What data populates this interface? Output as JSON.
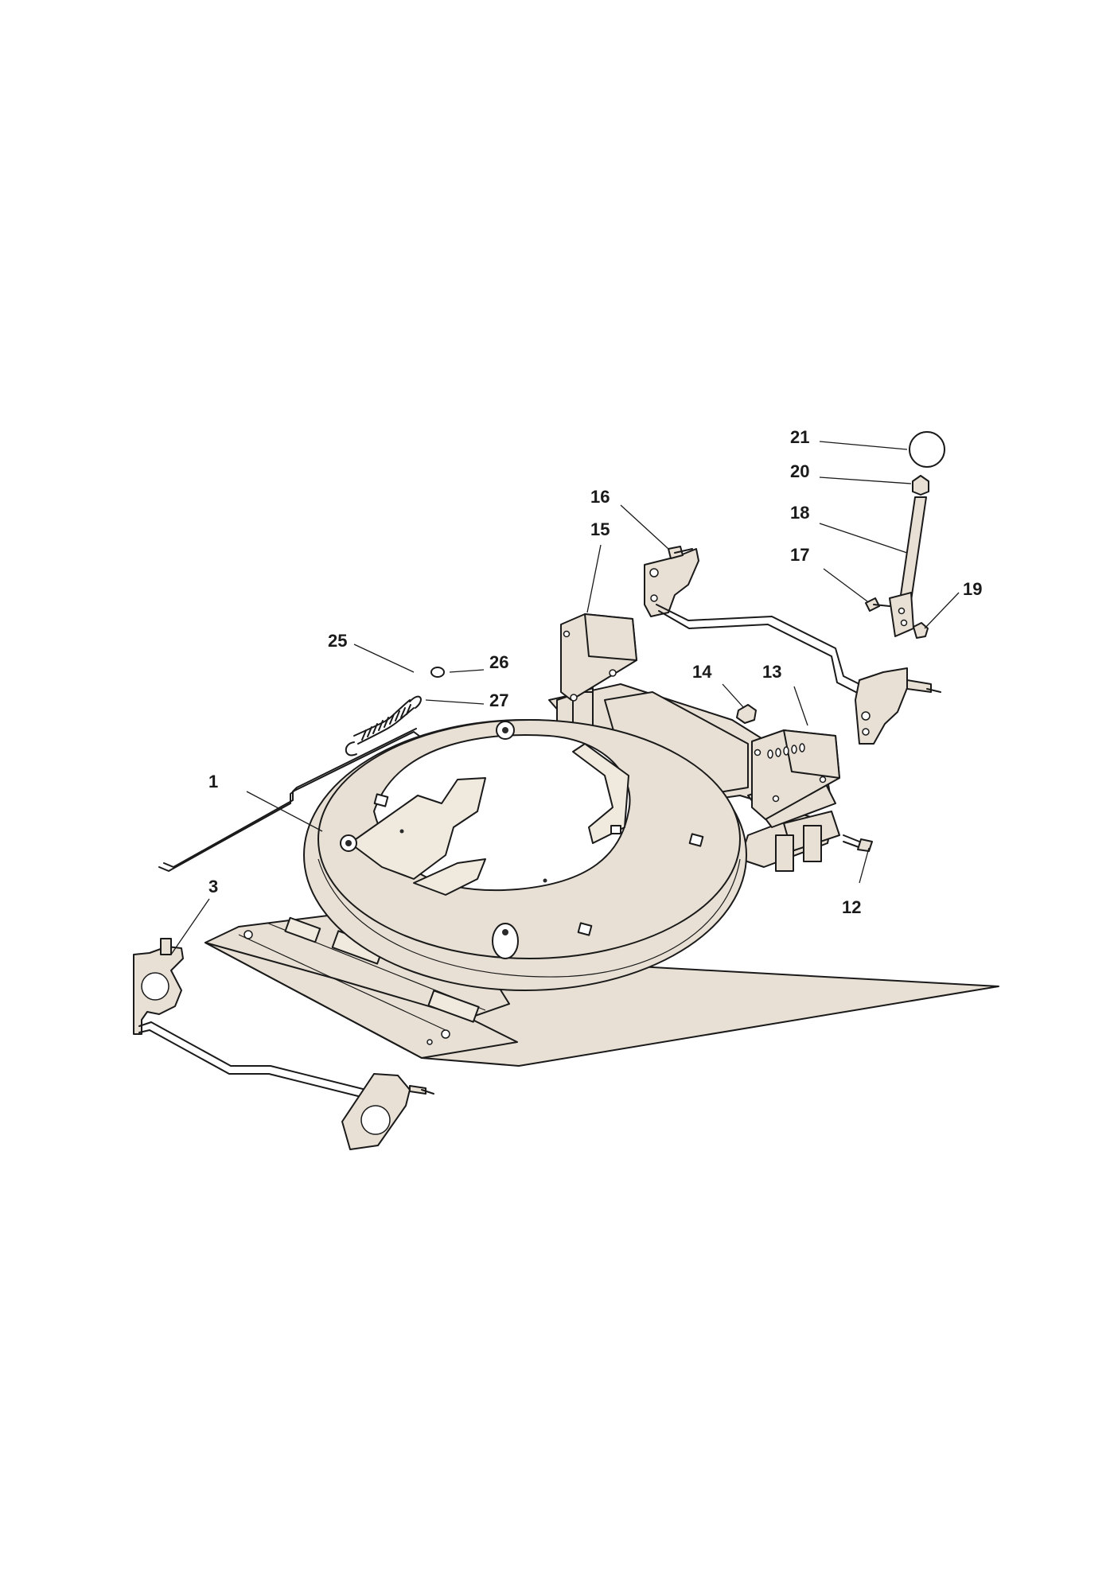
{
  "diagram": {
    "callouts": [
      {
        "id": "1",
        "label": "1"
      },
      {
        "id": "3",
        "label": "3"
      },
      {
        "id": "12",
        "label": "12"
      },
      {
        "id": "13",
        "label": "13"
      },
      {
        "id": "14",
        "label": "14"
      },
      {
        "id": "15",
        "label": "15"
      },
      {
        "id": "16",
        "label": "16"
      },
      {
        "id": "17",
        "label": "17"
      },
      {
        "id": "18",
        "label": "18"
      },
      {
        "id": "19",
        "label": "19"
      },
      {
        "id": "20",
        "label": "20"
      },
      {
        "id": "21",
        "label": "21"
      },
      {
        "id": "25",
        "label": "25"
      },
      {
        "id": "26",
        "label": "26"
      },
      {
        "id": "27",
        "label": "27"
      }
    ]
  },
  "colors": {
    "line": "#1a1a1a",
    "part_fill": "#e8e0d4",
    "background": "#ffffff"
  }
}
